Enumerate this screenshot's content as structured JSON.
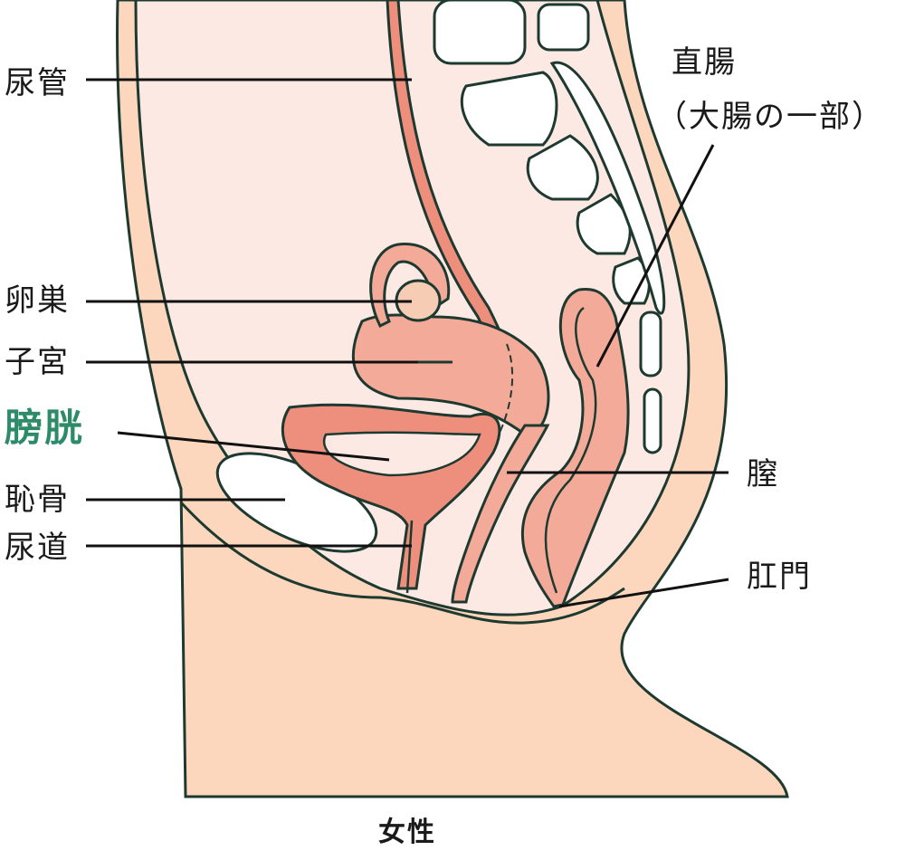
{
  "labels": {
    "ureter": "尿管",
    "ovary": "卵巣",
    "uterus": "子宮",
    "bladder": "膀胱",
    "pubic_bone": "恥骨",
    "urethra": "尿道",
    "rectum": "直腸",
    "rectum_note": "（大腸の一部）",
    "vagina": "膣",
    "anus": "肛門"
  },
  "caption": "女性",
  "colors": {
    "skin": "#fcd7bd",
    "cavity": "#fde9e3",
    "organ": "#f4aa98",
    "organ_dark": "#ee8e7c",
    "ovary": "#f6cdb4",
    "outline": "#1e3a30",
    "highlight": "#2e8b6a"
  }
}
